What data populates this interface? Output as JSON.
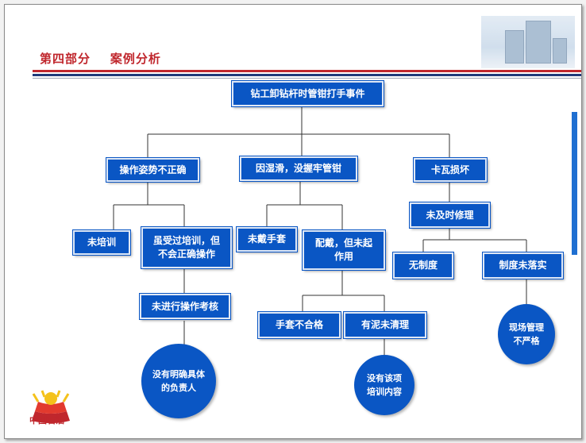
{
  "header": {
    "title": "第四部分    案例分析"
  },
  "logo": {
    "text": "中国石油"
  },
  "colors": {
    "box_fill": "#0a56c4",
    "title_red": "#c0272d",
    "rule_navy": "#1f3a7a"
  },
  "diagram": {
    "root": "钻工卸钻杆时管钳打手事件",
    "cause_posture": "操作姿势不正确",
    "cause_slippery": "因湿滑，没握牢管钳",
    "cause_damaged": "卡瓦损坏",
    "not_trained": "未培训",
    "trained_wrong": "虽受过培训，但不会正确操作",
    "no_assessment": "未进行操作考核",
    "no_responsible": "没有明确具体的负责人",
    "no_gloves": "未戴手套",
    "gloves_not_working": "配戴，但未起作用",
    "gloves_unqualified": "手套不合格",
    "mud_not_cleaned": "有泥未清理",
    "no_training_content": "没有该项培训内容",
    "not_repaired": "未及时修理",
    "no_system": "无制度",
    "system_not_implemented": "制度未落实",
    "site_management_lax": "现场管理不严格"
  }
}
